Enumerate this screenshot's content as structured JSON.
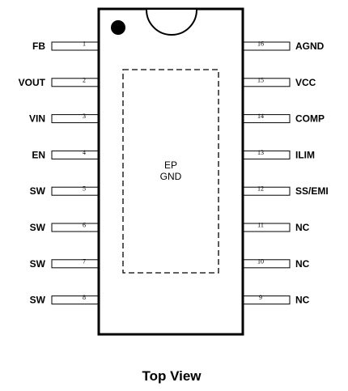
{
  "left_pins": [
    {
      "num": "1",
      "name": "FB"
    },
    {
      "num": "2",
      "name": "VOUT"
    },
    {
      "num": "3",
      "name": "VIN"
    },
    {
      "num": "4",
      "name": "EN"
    },
    {
      "num": "5",
      "name": "SW"
    },
    {
      "num": "6",
      "name": "SW"
    },
    {
      "num": "7",
      "name": "SW"
    },
    {
      "num": "8",
      "name": "SW"
    }
  ],
  "right_pins": [
    {
      "num": "16",
      "name": "AGND"
    },
    {
      "num": "15",
      "name": "VCC"
    },
    {
      "num": "14",
      "name": "COMP"
    },
    {
      "num": "13",
      "name": "ILIM"
    },
    {
      "num": "12",
      "name": "SS/EMI"
    },
    {
      "num": "11",
      "name": "NC"
    },
    {
      "num": "10",
      "name": "NC"
    },
    {
      "num": "9",
      "name": "NC"
    }
  ],
  "exposed_pad": {
    "line1": "EP",
    "line2": "GND"
  },
  "caption": "Top View"
}
